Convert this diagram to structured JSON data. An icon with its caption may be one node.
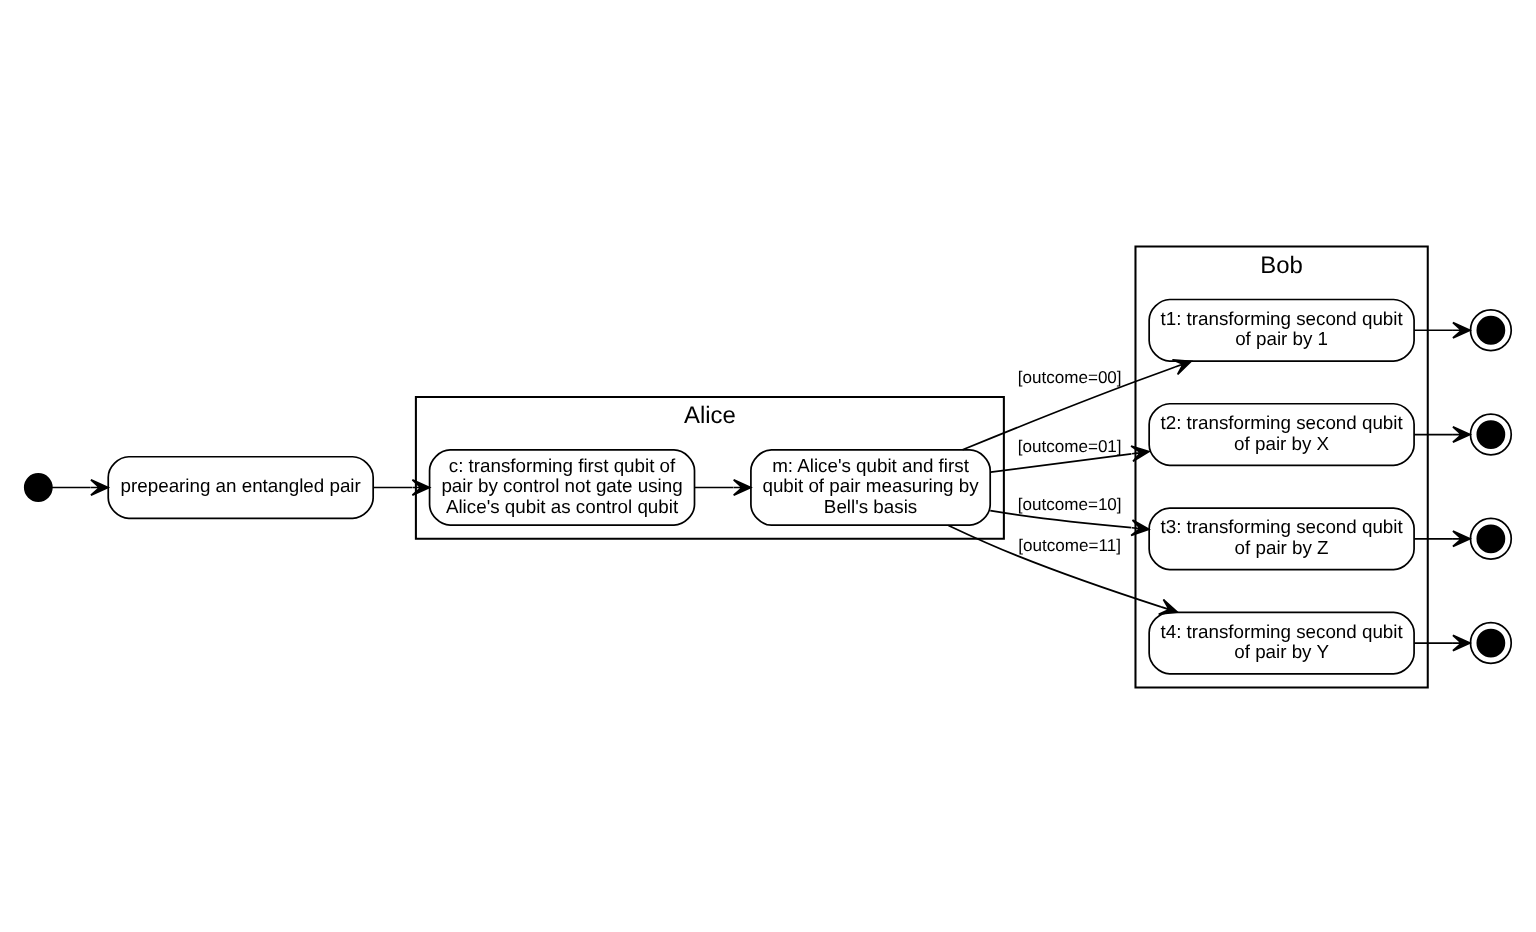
{
  "diagram": {
    "nodes": [
      {
        "text": [],
        "shape": "circle"
      },
      {
        "text": [
          "prepearing an entangled pair"
        ]
      },
      {
        "text": [
          "Alice"
        ]
      },
      {
        "text": [
          "Bob"
        ]
      },
      {
        "text": [
          "c: transforming first qubit of pair by control not gate using Alice's qubit as control qubit"
        ],
        "in": 2
      },
      {
        "text": [
          "m: Alice's qubit and first qubit of pair measuring by Bell's basis"
        ],
        "in": 2
      },
      {
        "text": [
          "t1: transforming second qubit of pair by 1"
        ],
        "in": 3
      },
      {
        "text": [
          "t2: transforming second qubit of pair by X"
        ],
        "in": 3
      },
      {
        "text": [
          "t3: transforming second qubit of pair by Z"
        ],
        "in": 3
      },
      {
        "text": [
          "t4: transforming second qubit of pair by Y"
        ],
        "in": 3
      },
      {
        "text": [],
        "shape": "circle"
      },
      {
        "text": [],
        "shape": "circle"
      },
      {
        "text": [],
        "shape": "circle"
      },
      {
        "text": [],
        "shape": "circle"
      }
    ],
    "edges": [
      {
        "from": 0,
        "to": 1,
        "arrow": "to"
      },
      {
        "from": 1,
        "to": 4,
        "arrow": "to"
      },
      {
        "from": 4,
        "to": 5,
        "arrow": "to"
      },
      {
        "from": 5,
        "to": 6,
        "arrow": "to",
        "label": "[outcome=00]"
      },
      {
        "from": 5,
        "to": 7,
        "arrow": "to",
        "label": "[outcome=01]"
      },
      {
        "from": 5,
        "to": 8,
        "arrow": "to",
        "label": "[outcome=10]"
      },
      {
        "from": 5,
        "to": 9,
        "arrow": "to",
        "label": "[outcome=11]"
      },
      {
        "from": 6,
        "to": 10,
        "arrow": "to"
      },
      {
        "from": 7,
        "to": 11,
        "arrow": "to"
      },
      {
        "from": 8,
        "to": 12,
        "arrow": "to"
      },
      {
        "from": 9,
        "to": 13,
        "arrow": "to"
      }
    ]
  }
}
